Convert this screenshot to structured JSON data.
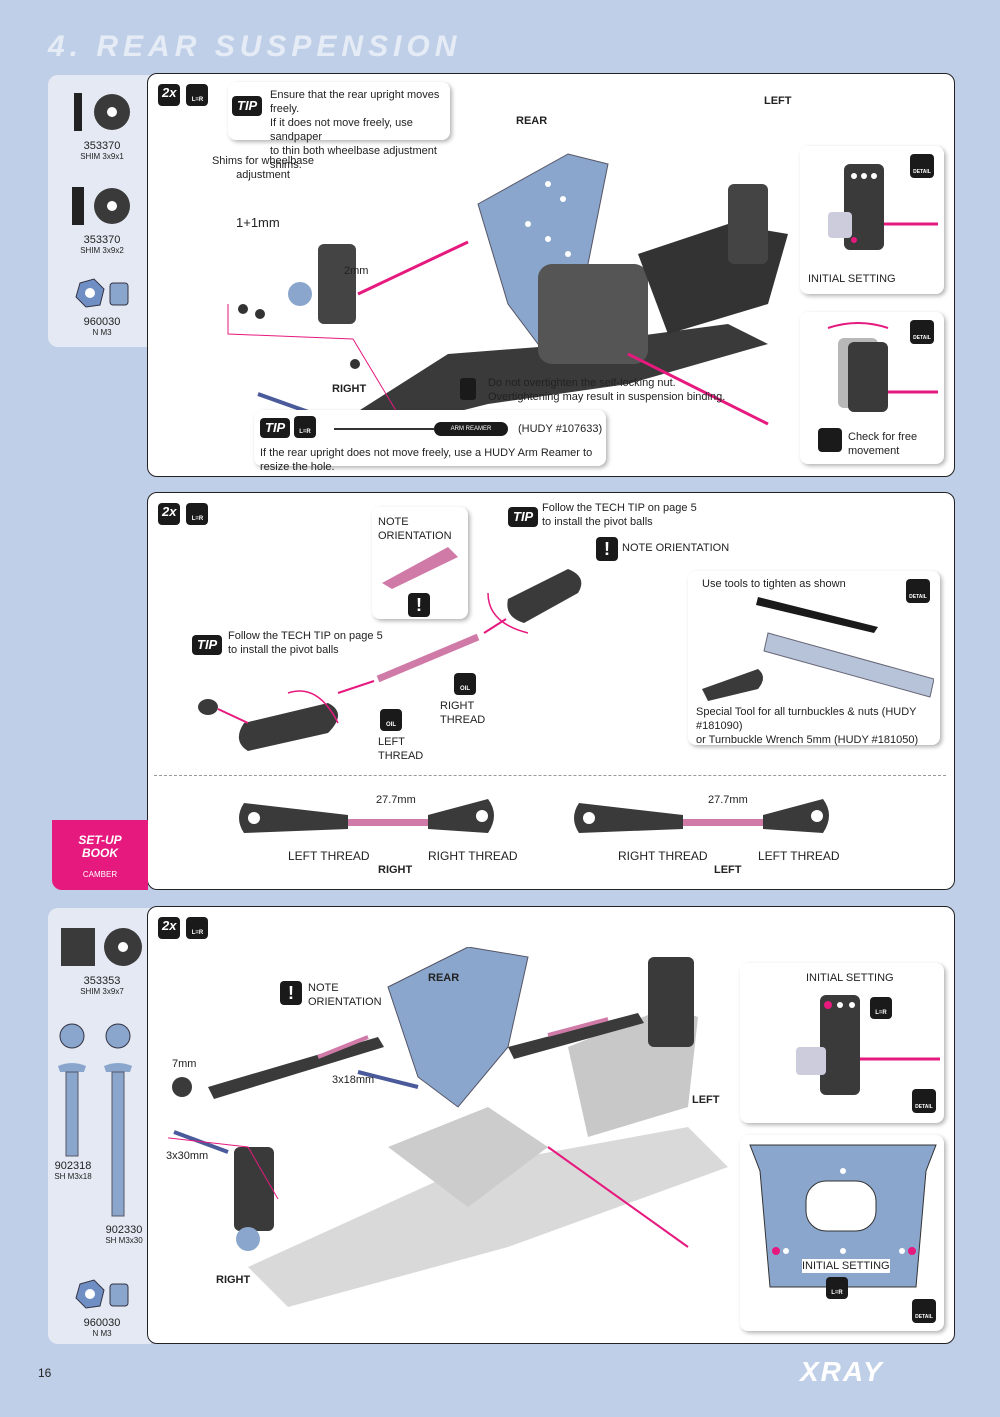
{
  "section_title": "4. REAR SUSPENSION",
  "page_number": "16",
  "brand": "XRAY",
  "step1": {
    "qty": "2x",
    "lr": "L=R",
    "parts": [
      {
        "num": "353370",
        "desc": "SHIM 3x9x1"
      },
      {
        "num": "353370",
        "desc": "SHIM 3x9x2"
      },
      {
        "num": "960030",
        "desc": "N M3"
      }
    ],
    "tip1_label": "TIP",
    "tip1_lines": [
      "Ensure that the rear upright moves freely.",
      "If it does not move freely, use sandpaper",
      "to thin both wheelbase adjustment shims."
    ],
    "shims_lines": [
      "Shims for wheelbase",
      "adjustment"
    ],
    "shim_value": "1+1mm",
    "shim2": "2mm",
    "rear": "REAR",
    "left": "LEFT",
    "right": "RIGHT",
    "nut_note": [
      "Do not overtighten the self-locking nut.",
      "Overtightening may result in suspension binding."
    ],
    "tip2_label": "TIP",
    "tip2_lr": "L=R",
    "reamer": "ARM REAMER",
    "hudy": "(HUDY #107633)",
    "tip2_text": "If the rear upright does not move freely, use a HUDY Arm Reamer to resize the hole.",
    "initial_setting": "INITIAL SETTING",
    "detail": "DETAIL",
    "check_lines": [
      "Check for free",
      "movement"
    ]
  },
  "step2": {
    "qty": "2x",
    "lr": "L=R",
    "note_orientation": "NOTE ORIENTATION",
    "tip_a_lines": [
      "Follow the TECH TIP on page 5",
      "to install the pivot balls"
    ],
    "tip_b_lines": [
      "Follow the TECH TIP on page 5",
      "to install the pivot balls"
    ],
    "tip_label": "TIP",
    "oil": "OIL",
    "left_thread": [
      "LEFT",
      "THREAD"
    ],
    "right_thread": [
      "RIGHT",
      "THREAD"
    ],
    "tools_title": "Use tools to tighten as shown",
    "tools_lines": [
      "Special Tool for all turnbuckles & nuts (HUDY #181090)",
      "or Turnbuckle Wrench 5mm (HUDY #181050)"
    ],
    "dim": "27.7mm",
    "lt": "LEFT THREAD",
    "rt": "RIGHT THREAD",
    "right": "RIGHT",
    "left": "LEFT",
    "setup_title": [
      "SET-UP",
      "BOOK"
    ],
    "setup_sub": "CAMBER"
  },
  "step3": {
    "qty": "2x",
    "lr": "L=R",
    "parts": [
      {
        "num": "353353",
        "desc": "SHIM 3x9x7"
      },
      {
        "num": "902318",
        "desc": "SH M3x18"
      },
      {
        "num": "902330",
        "desc": "SH M3x30"
      },
      {
        "num": "960030",
        "desc": "N M3"
      }
    ],
    "note_orientation": [
      "NOTE",
      "ORIENTATION"
    ],
    "rear": "REAR",
    "left": "LEFT",
    "right": "RIGHT",
    "len7": "7mm",
    "len18": "3x18mm",
    "len30": "3x30mm",
    "initial_setting": "INITIAL SETTING"
  },
  "colors": {
    "accent": "#e6197e",
    "background": "#c0cfe8",
    "part_blue": "#8aa6cc",
    "dark": "#1a1a1a"
  }
}
